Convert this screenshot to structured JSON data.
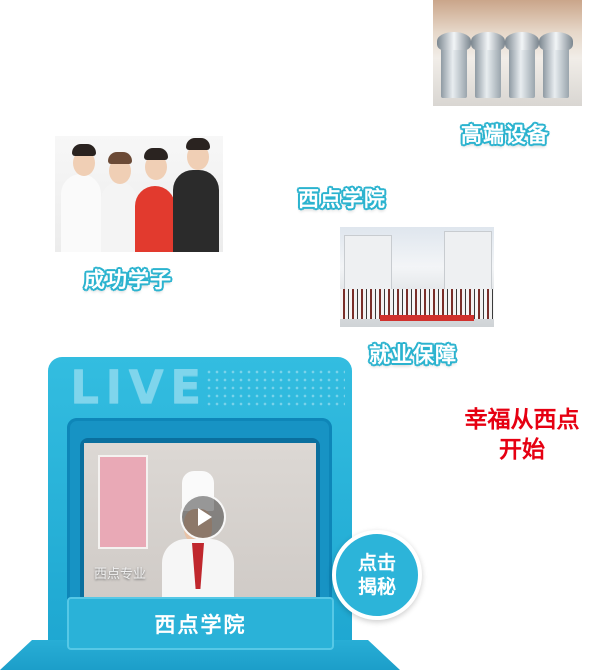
{
  "features": {
    "equipment_caption": "高端设备",
    "school_caption": "西点学院",
    "students_caption": "成功学子",
    "jobs_caption": "就业保障"
  },
  "slogan": {
    "line1": "幸福从西点",
    "line2": "开始"
  },
  "live_panel": {
    "live_label": "LIVE",
    "video_overlay_text": "西点专业",
    "reveal_line1": "点击",
    "reveal_line2": "揭秘",
    "name_label": "西点学院"
  },
  "colors": {
    "accent_teal": "#2bb3cf",
    "slogan_red": "#e60012"
  }
}
